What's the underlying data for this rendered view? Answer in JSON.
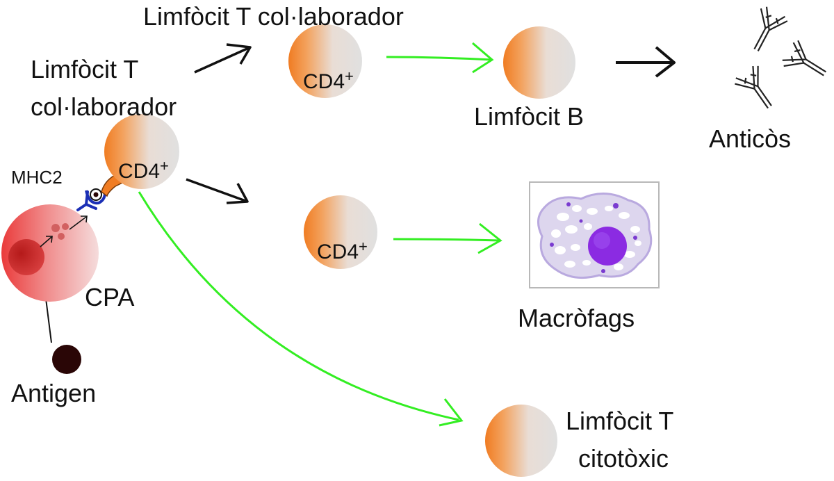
{
  "labels": {
    "helper_top": "Limfòcit T col·laborador",
    "helper_left_line1": "Limfòcit T",
    "helper_left_line2": "col·laborador",
    "mhc2": "MHC2",
    "cd4": "CD4",
    "cd4_sup": "+",
    "cpa": "CPA",
    "antigen": "Antigen",
    "b_cell": "Limfòcit B",
    "antibodies": "Anticòs",
    "macrophages": "Macròfags",
    "cytotoxic_line1": "Limfòcit T",
    "cytotoxic_line2": "citotòxic"
  },
  "colors": {
    "cell_orange": "#f07c22",
    "cell_grey": "#e3e3e3",
    "apc_red": "#ea3b3b",
    "green_arrow": "#33ee22",
    "mhc_blue": "#1b2fb5",
    "macrophage_nucleus": "#8b2be2"
  }
}
